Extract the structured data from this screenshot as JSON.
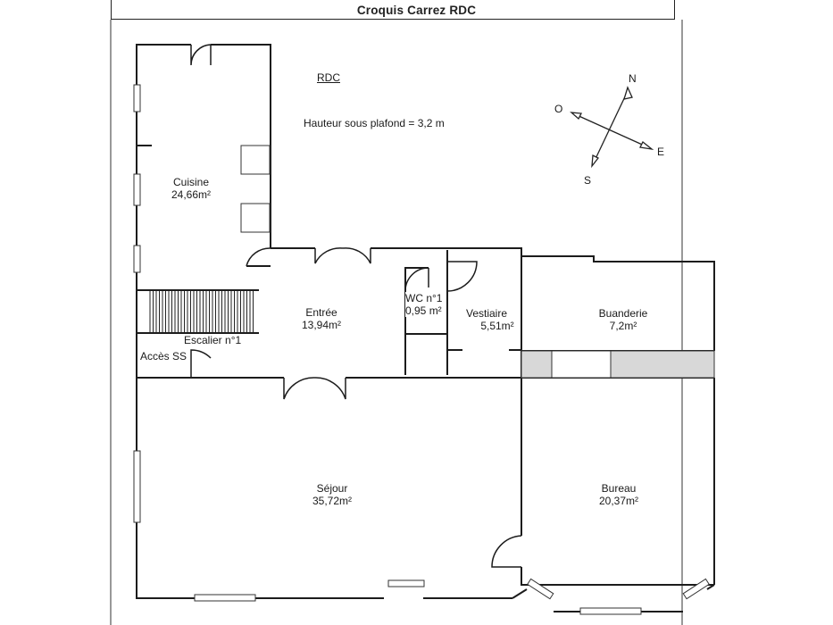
{
  "title": "Croquis Carrez RDC",
  "level_label": "RDC",
  "ceiling_height": "Hauteur sous plafond = 3,2 m",
  "compass": {
    "north": "N",
    "south": "S",
    "east": "E",
    "west": "O"
  },
  "rooms": {
    "cuisine": {
      "name": "Cuisine",
      "area": "24,66m²"
    },
    "entree": {
      "name": "Entrée",
      "area": "13,94m²"
    },
    "wc": {
      "name": "WC n°1",
      "area": "0,95 m²"
    },
    "vestiaire": {
      "name": "Vestiaire",
      "area": "5,51m²"
    },
    "buanderie": {
      "name": "Buanderie",
      "area": "7,2m²"
    },
    "sejour": {
      "name": "Séjour",
      "area": "35,72m²"
    },
    "bureau": {
      "name": "Bureau",
      "area": "20,37m²"
    }
  },
  "stair_label": "Escalier n°1",
  "basement_access": "Accès SS"
}
